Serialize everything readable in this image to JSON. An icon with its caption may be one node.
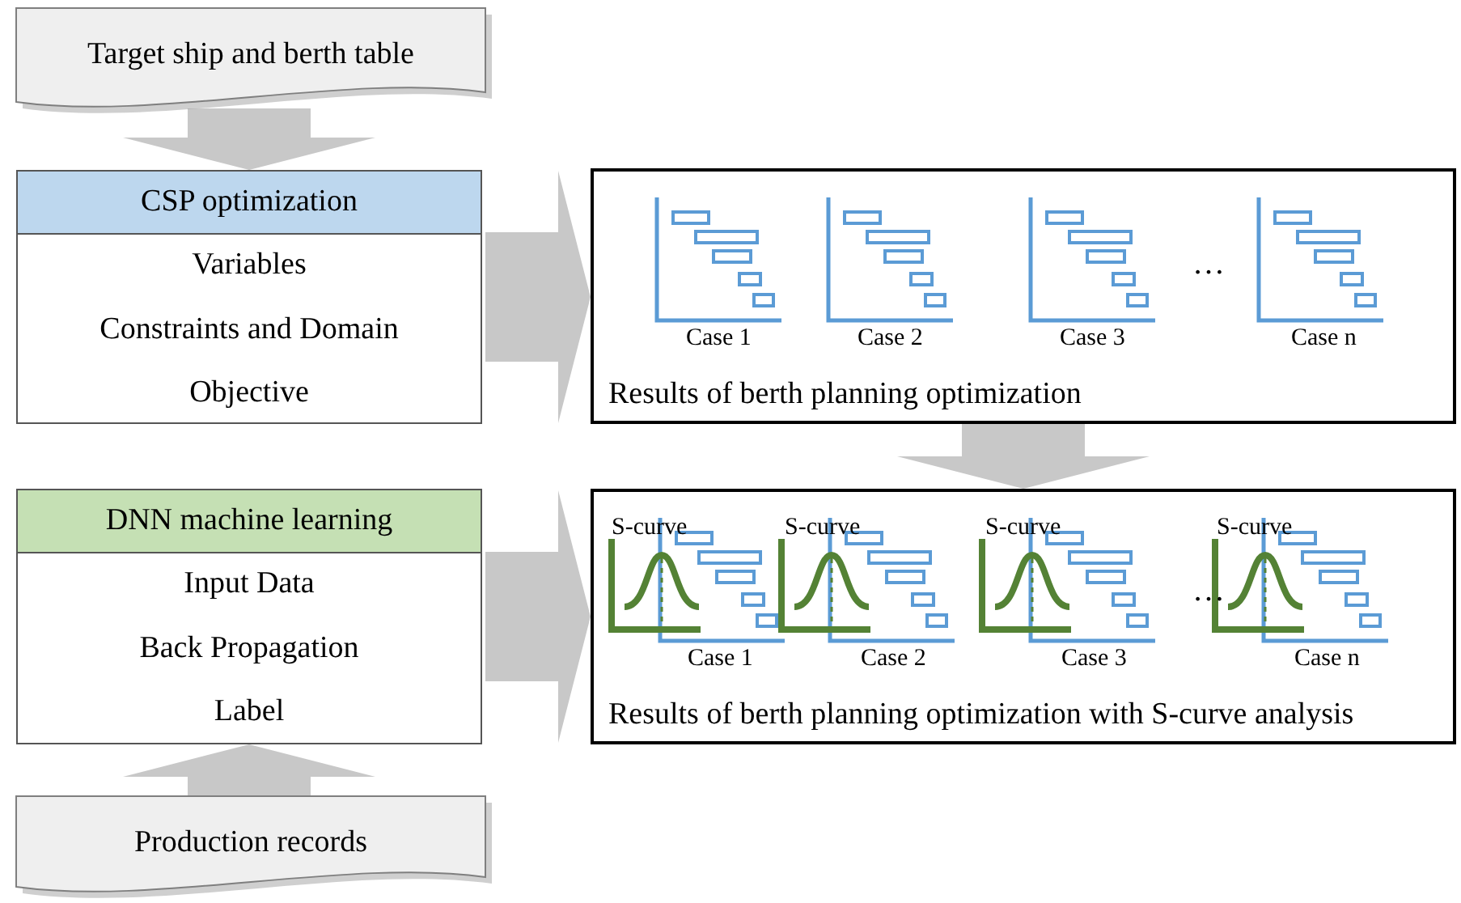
{
  "diagram": {
    "nodes": [
      {
        "text": [
          "Target ship and berth table"
        ]
      },
      {
        "text": [
          "CSP optimization",
          "Variables",
          "Constraints and Domain",
          "Objective"
        ]
      },
      {
        "text": [
          "DNN machine learning",
          "Input Data",
          "Back Propagation",
          "Label"
        ]
      },
      {
        "text": [
          "Production records"
        ]
      },
      {
        "text": [
          "Results of berth planning optimization"
        ]
      },
      {
        "text": [
          "Results of berth planning optimization with S-curve analysis"
        ]
      }
    ],
    "edges": [
      {
        "from": 0,
        "to": 1,
        "arrow": "to"
      },
      {
        "from": 3,
        "to": 2,
        "arrow": "to"
      },
      {
        "from": 1,
        "to": 4,
        "arrow": "to"
      },
      {
        "from": 2,
        "to": 5,
        "arrow": "to"
      },
      {
        "from": 4,
        "to": 5,
        "arrow": "to"
      }
    ],
    "labels": [
      "Case 1",
      "Case 2",
      "Case 3",
      "…",
      "Case n",
      "S-curve",
      "S-curve",
      "S-curve",
      "S-curve",
      "…",
      "Case 1",
      "Case 2",
      "Case 3",
      "Case n"
    ]
  }
}
